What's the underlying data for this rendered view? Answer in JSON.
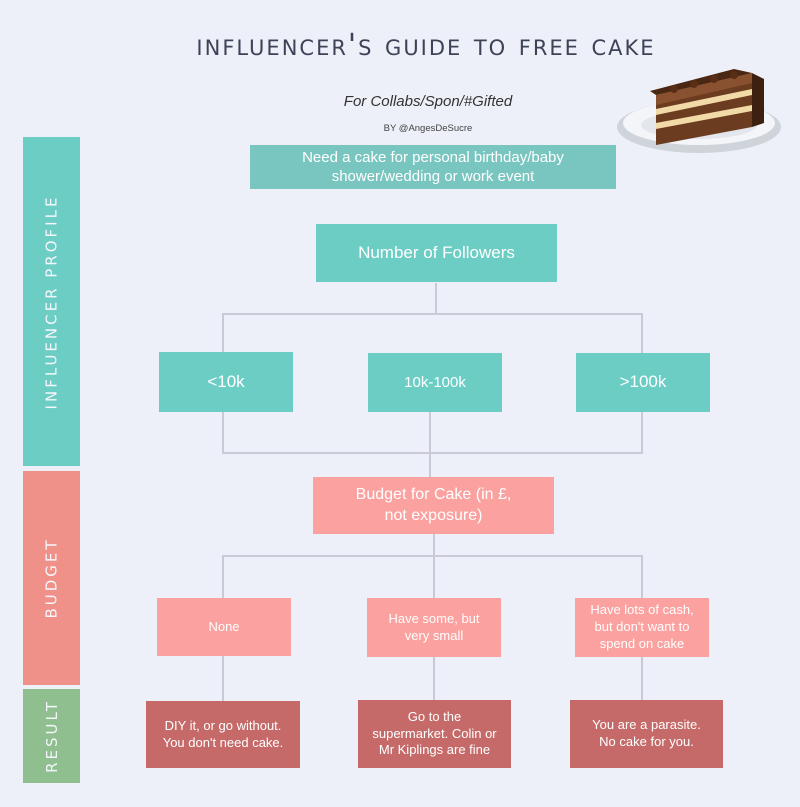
{
  "header": {
    "title": "INFLUENCER'S GUIDE TO FREE CAKE",
    "subtitle": "For Collabs/Spon/#Gifted",
    "byline": "BY @AngesDeSucre"
  },
  "bands": {
    "profile": "INFLUENCER PROFILE",
    "budget": "BUDGET",
    "result": "RESULT"
  },
  "nodes": {
    "need": "Need a cake for personal birthday/baby shower/wedding or work event",
    "followers": "Number of Followers",
    "f_low": "<10k",
    "f_mid": "10k-100k",
    "f_high": ">100k",
    "budget": "Budget for Cake (in £, not exposure)",
    "b_none": "None",
    "b_some": "Have some, but very small",
    "b_lots": "Have lots of cash, but don't want to spend on cake",
    "r_none": "DIY it, or go without. You don't need cake.",
    "r_some": "Go to the supermarket. Colin or Mr Kiplings are fine",
    "r_lots": "You are a parasite. No cake for you."
  },
  "colors": {
    "background": "#eef0f9",
    "profile_band": "#6bcdc4",
    "budget_band": "#ef9188",
    "result_band": "#8fbf8f",
    "teal_box": "#6bcdc4",
    "pink_box": "#fba19f",
    "red_box": "#c56a68"
  },
  "icons": {
    "cake": "cake-slice-icon"
  }
}
